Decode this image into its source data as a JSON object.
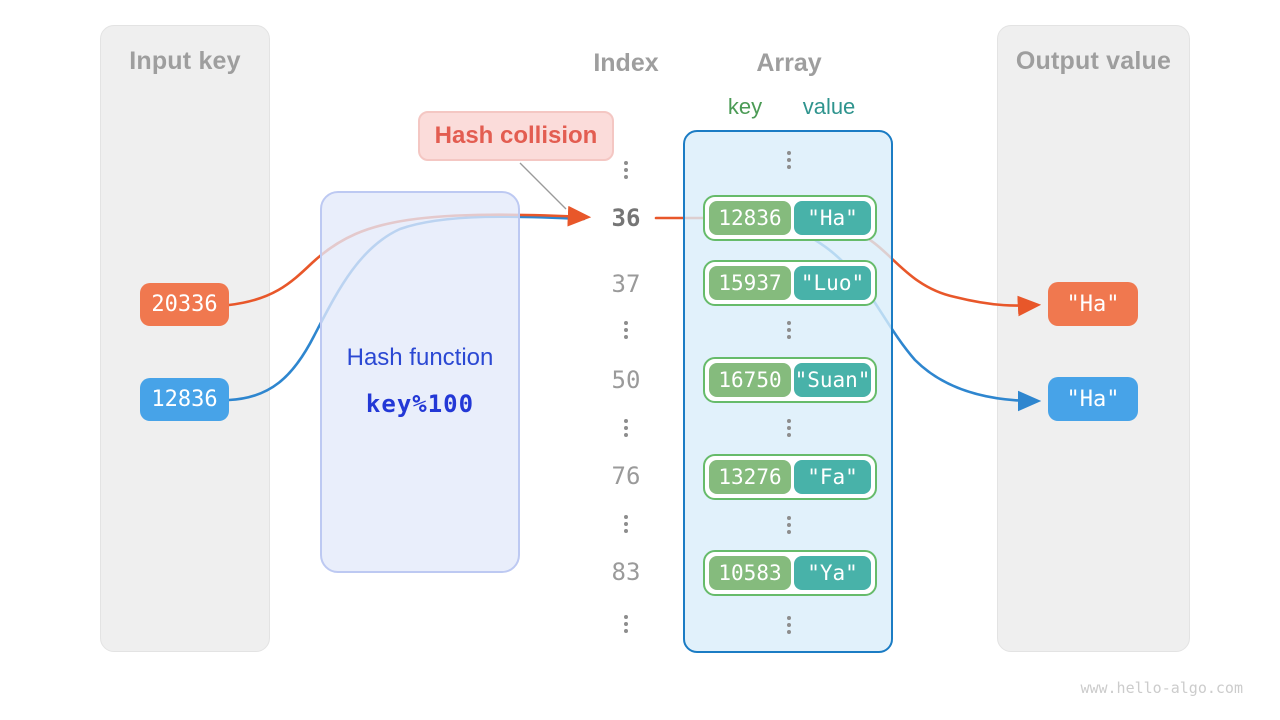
{
  "input_panel": {
    "title": "Input key",
    "keys": [
      {
        "text": "20336"
      },
      {
        "text": "12836"
      }
    ]
  },
  "hash_function": {
    "title": "Hash function",
    "formula": "key%100"
  },
  "hash_collision": {
    "label": "Hash collision"
  },
  "index_column": {
    "title": "Index",
    "indices": [
      "36",
      "37",
      "50",
      "76",
      "83"
    ]
  },
  "array_panel": {
    "title": "Array",
    "key_header": "key",
    "value_header": "value",
    "entries": [
      {
        "key": "12836",
        "value": "\"Ha\""
      },
      {
        "key": "15937",
        "value": "\"Luo\""
      },
      {
        "key": "16750",
        "value": "\"Suan\""
      },
      {
        "key": "13276",
        "value": "\"Fa\""
      },
      {
        "key": "10583",
        "value": "\"Ya\""
      }
    ]
  },
  "output_panel": {
    "title": "Output value",
    "values": [
      {
        "text": "\"Ha\""
      },
      {
        "text": "\"Ha\""
      }
    ]
  },
  "watermark": "www.hello-algo.com",
  "colors": {
    "orange_box": "#f0784f",
    "blue_box": "#47a3e8",
    "green_key_box": "#85bb7d",
    "teal_value_box": "#48b2a9",
    "entry_border": "#66bb6a",
    "array_border": "#1b7cc4",
    "arrow_orange": "#e8572a",
    "arrow_blue": "#2e86cf",
    "hash_text": "#2b48d3",
    "collision_text": "#e35d51",
    "collision_bg": "#fbdcda",
    "panel_gray": "#efefef",
    "heading_gray": "#9e9e9e"
  }
}
